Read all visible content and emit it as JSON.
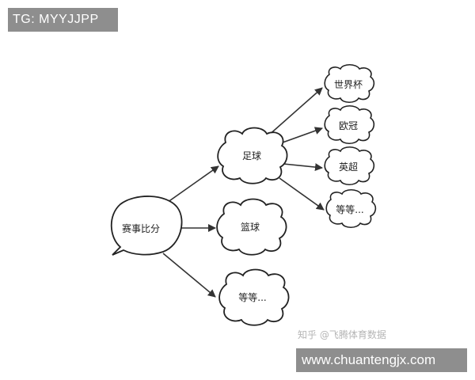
{
  "top_badge": {
    "text": "TG: MYYJJPP"
  },
  "bottom_badge": {
    "text": "www.chuantengjx.com"
  },
  "watermark": {
    "text": "知乎 @飞腾体育数据"
  },
  "diagram": {
    "root": "赛事比分",
    "level1": [
      "足球",
      "篮球",
      "等等..."
    ],
    "level2": [
      "世界杯",
      "欧冠",
      "英超",
      "等等..."
    ]
  },
  "colors": {
    "badge_bg": "#8e8e8e",
    "stroke": "#333333"
  }
}
